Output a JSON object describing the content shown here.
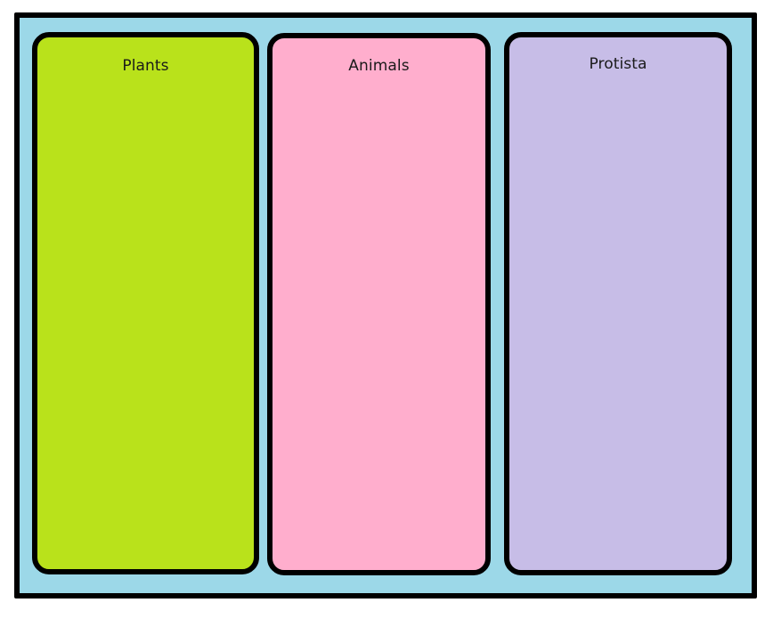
{
  "board": {
    "name": "classification-board",
    "background_color": "#9cd8e8",
    "border_color": "#000000"
  },
  "columns": [
    {
      "id": "plants",
      "title": "Plants",
      "fill_color": "#b9e21b",
      "border_color": "#000000",
      "items": []
    },
    {
      "id": "animals",
      "title": "Animals",
      "fill_color": "#ffaecd",
      "border_color": "#000000",
      "items": []
    },
    {
      "id": "protista",
      "title": "Protista",
      "fill_color": "#c7bde7",
      "border_color": "#000000",
      "items": []
    }
  ],
  "colors": {
    "background": "#ffffff",
    "board_fill": "#9cd8e8",
    "outline": "#000000",
    "text": "#1a1a1a",
    "plants_fill": "#b9e21b",
    "animals_fill": "#ffaecd",
    "protista_fill": "#c7bde7"
  }
}
